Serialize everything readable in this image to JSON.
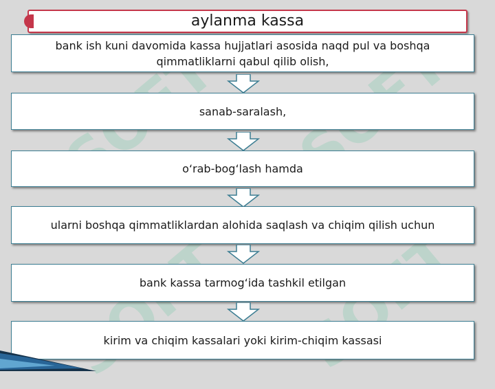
{
  "title": "aylanma kassa",
  "steps": [
    "bank ish kuni davomida kassa hujjatlari asosida naqd pul va boshqa qimmatliklarni qabul qilib olish,",
    "sanab-saralash,",
    "o‘rab-bog‘lash  hamda",
    "ularni boshqa qimmatliklardan alohida saqlash va chiqim qilish uchun",
    "bank kassa tarmog‘ida tashkil etilgan",
    "kirim va chiqim kassalari yoki kirim-chiqim kassasi"
  ],
  "watermark": "SOFT",
  "colors": {
    "box_border": "#3b7d92",
    "title_border": "#c4364a",
    "arrow_fill": "#ffffff"
  }
}
